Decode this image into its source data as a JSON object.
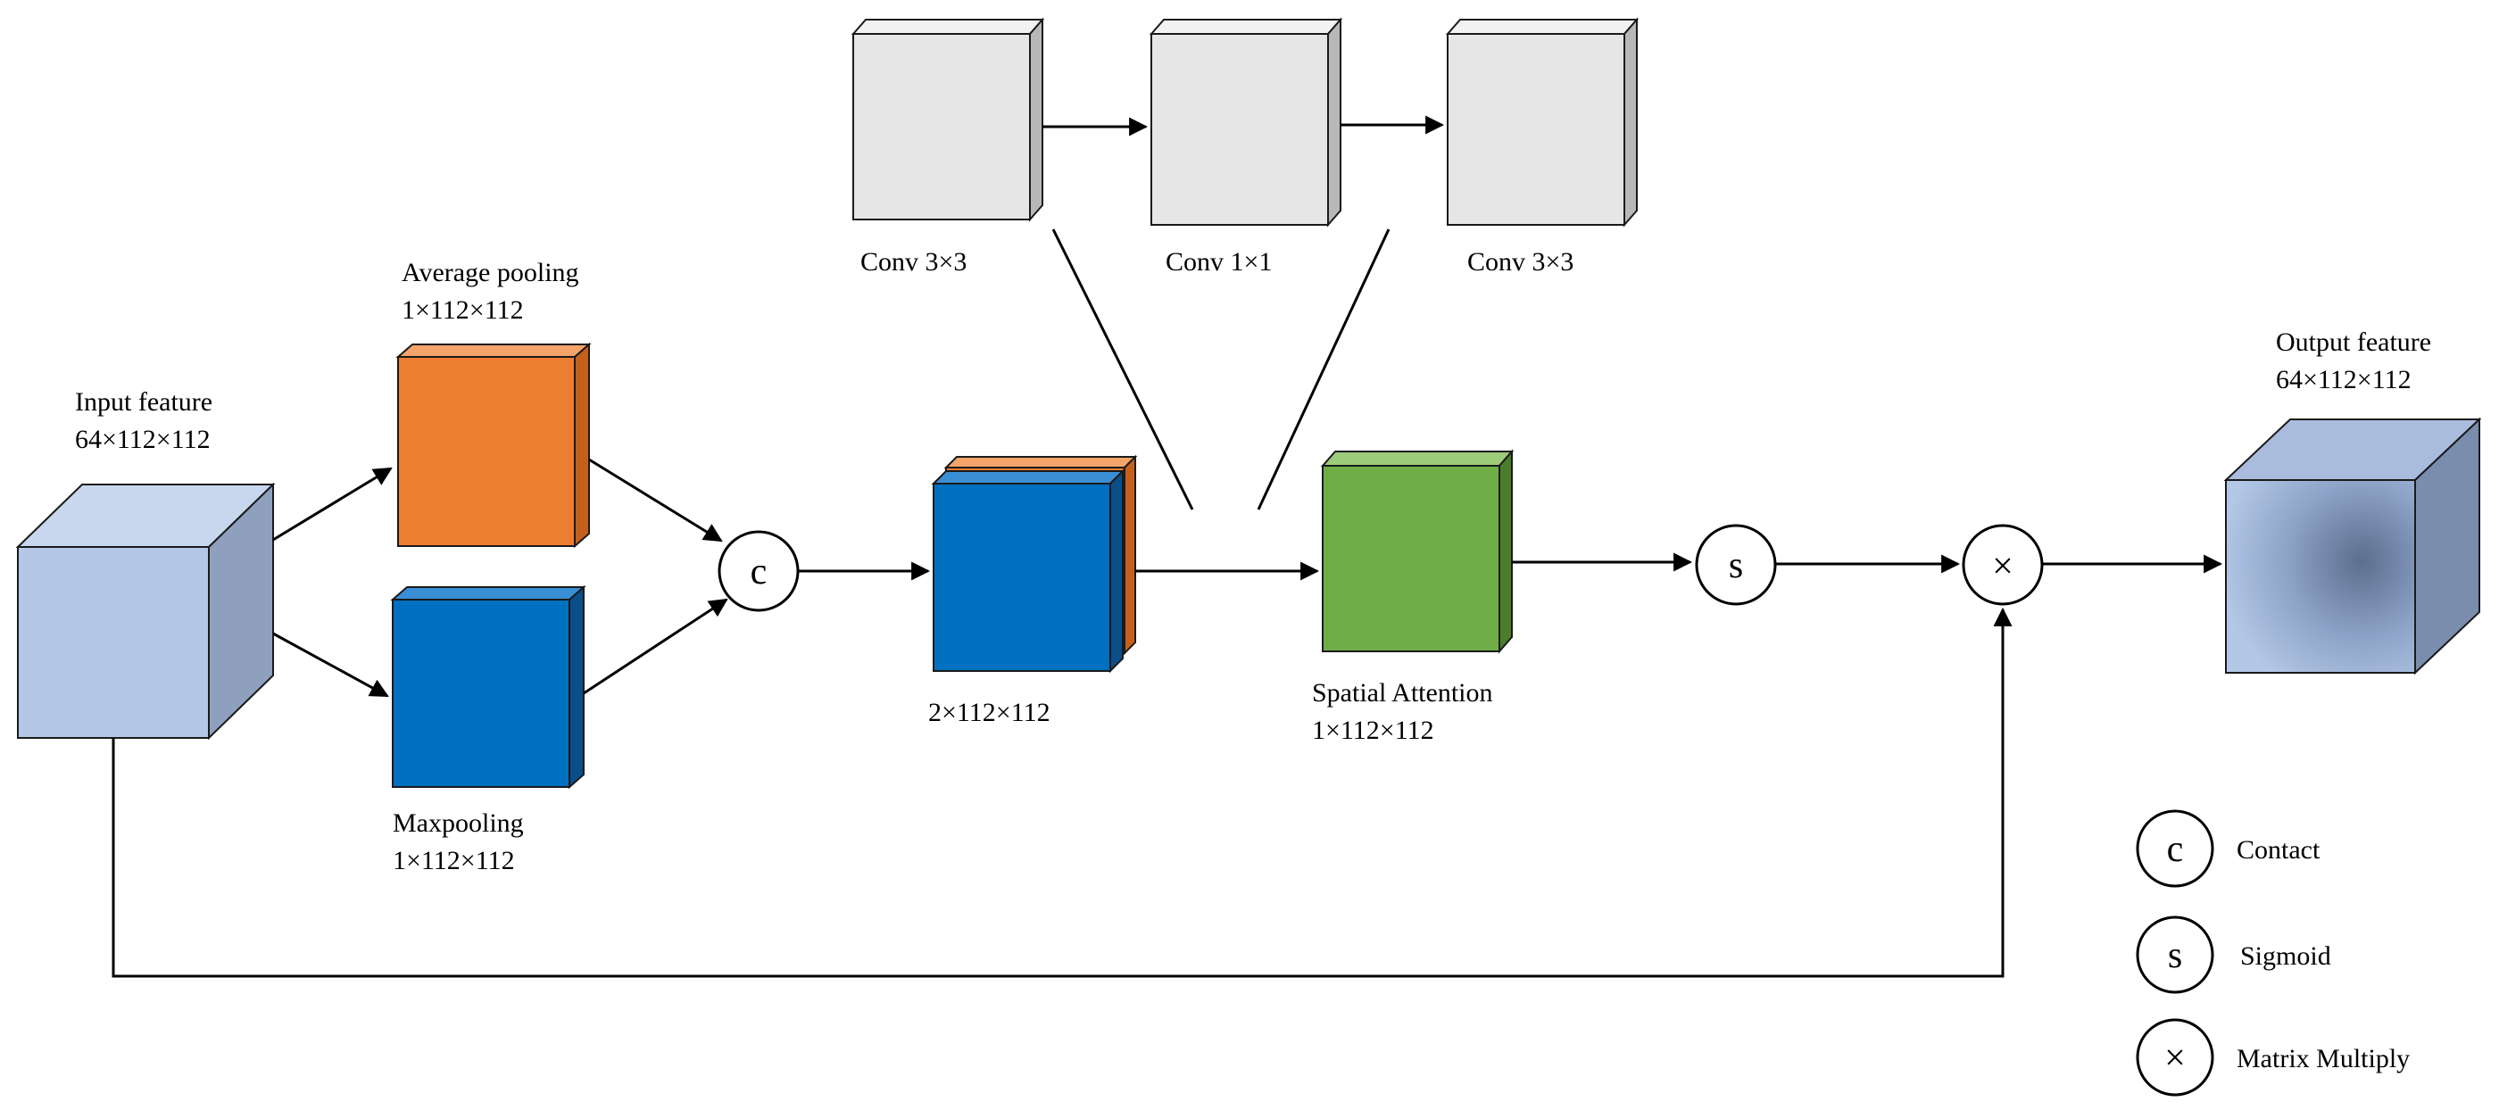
{
  "input_feature": {
    "title": "Input feature",
    "dims": "64×112×112"
  },
  "avg_pool": {
    "title": "Average pooling",
    "dims": "1×112×112",
    "color": "#ED7D31"
  },
  "max_pool": {
    "title": "Maxpooling",
    "dims": "1×112×112",
    "color": "#0070C0"
  },
  "concat_result": {
    "dims": "2×112×112"
  },
  "convs": [
    "Conv 3×3",
    "Conv 1×1",
    "Conv 3×3"
  ],
  "spatial_attention": {
    "title": "Spatial Attention",
    "dims": "1×112×112",
    "color": "#70AD47"
  },
  "output_feature": {
    "title": "Output feature",
    "dims": "64×112×112"
  },
  "ops": {
    "concat": "c",
    "sigmoid": "s",
    "multiply": "×"
  },
  "legend": [
    {
      "symbol": "c",
      "label": "Contact"
    },
    {
      "symbol": "s",
      "label": "Sigmoid"
    },
    {
      "symbol": "×",
      "label": "Matrix Multiply"
    }
  ]
}
